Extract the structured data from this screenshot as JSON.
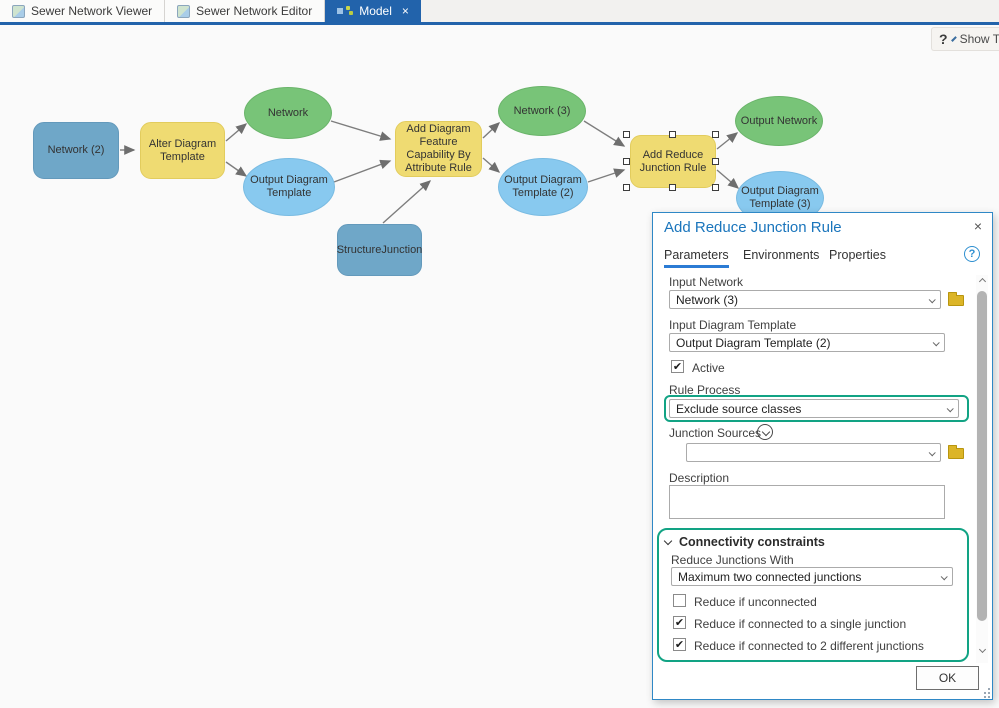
{
  "tabs": [
    {
      "label": "Sewer Network Viewer",
      "active": false
    },
    {
      "label": "Sewer Network Editor",
      "active": false
    },
    {
      "label": "Model",
      "active": true
    }
  ],
  "topbar": {
    "help": "?",
    "show_label": "Show To"
  },
  "icons": {
    "close": "×",
    "help": "?"
  },
  "model": {
    "nodes": [
      {
        "label": "Network (2)",
        "kind": "input-data"
      },
      {
        "label": "Alter Diagram Template",
        "kind": "tool"
      },
      {
        "label": "Network",
        "kind": "derived-network"
      },
      {
        "label": "Output Diagram Template",
        "kind": "derived-template"
      },
      {
        "label": "Add Diagram Feature Capability By Attribute Rule",
        "kind": "tool"
      },
      {
        "label": "Network (3)",
        "kind": "derived-network"
      },
      {
        "label": "Output Diagram Template (2)",
        "kind": "derived-template"
      },
      {
        "label": "StructureJunction",
        "kind": "input-data"
      },
      {
        "label": "Add Reduce Junction Rule",
        "kind": "tool-selected"
      },
      {
        "label": "Output Network",
        "kind": "derived-network"
      },
      {
        "label": "Output Diagram Template (3)",
        "kind": "derived-template"
      }
    ]
  },
  "dialog": {
    "title": "Add Reduce Junction Rule",
    "tabs": [
      "Parameters",
      "Environments",
      "Properties"
    ],
    "fields": {
      "input_network": {
        "label": "Input Network",
        "value": "Network (3)"
      },
      "input_diagram_template": {
        "label": "Input Diagram Template",
        "value": "Output Diagram Template (2)"
      },
      "active": {
        "label": "Active",
        "mark": "✔"
      },
      "rule_process": {
        "label": "Rule Process",
        "value": "Exclude source classes"
      },
      "junction_sources": {
        "label": "Junction Sources",
        "value": ""
      },
      "description": {
        "label": "Description",
        "value": ""
      }
    },
    "connectivity": {
      "title": "Connectivity constraints",
      "reduce_junctions_with": {
        "label": "Reduce Junctions With",
        "value": "Maximum two connected junctions"
      },
      "checkboxes": [
        {
          "label": "Reduce if unconnected",
          "mark": ""
        },
        {
          "label": "Reduce if connected to a single junction",
          "mark": "✔"
        },
        {
          "label": "Reduce if connected to 2 different junctions",
          "mark": "✔"
        }
      ]
    },
    "ok_label": "OK"
  },
  "colors": {
    "active_tab": "#2263ab",
    "tool_node": "#efdb72",
    "input_node": "#6fa7c8",
    "derived_network_node": "#78c478",
    "derived_template_node": "#88c9ef",
    "dialog_title": "#1a75bc",
    "highlight_green": "#12a384"
  }
}
